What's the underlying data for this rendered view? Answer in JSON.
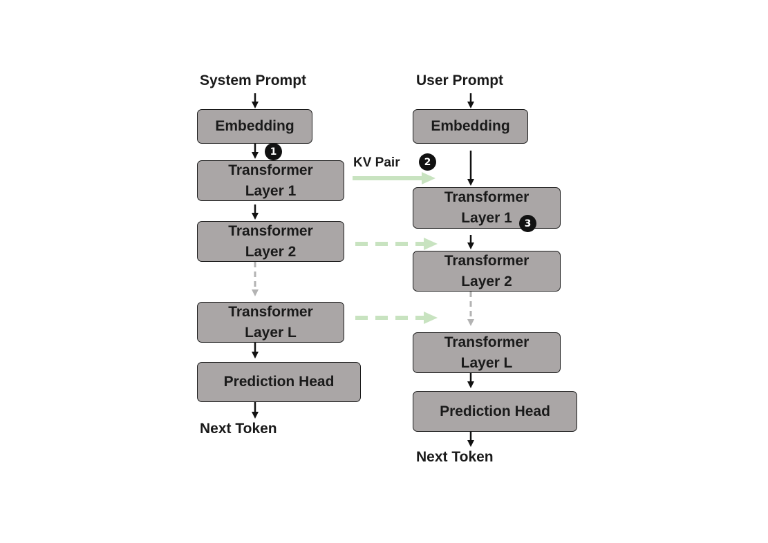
{
  "left_column": {
    "input_label": "System Prompt",
    "embedding": "Embedding",
    "layer1": {
      "title": "Transformer",
      "sub": "Layer 1"
    },
    "layer2": {
      "title": "Transformer",
      "sub": "Layer 2"
    },
    "layerL": {
      "title": "Transformer",
      "sub": "Layer L"
    },
    "head": "Prediction Head",
    "output_label": "Next Token"
  },
  "right_column": {
    "input_label": "User Prompt",
    "embedding": "Embedding",
    "layer1": {
      "title": "Transformer",
      "sub": "Layer 1"
    },
    "layer2": {
      "title": "Transformer",
      "sub": "Layer 2"
    },
    "layerL": {
      "title": "Transformer",
      "sub": "Layer L"
    },
    "head": "Prediction Head",
    "output_label": "Next Token"
  },
  "kv_label": "KV Pair",
  "badges": {
    "one": "1",
    "two": "2",
    "three": "3"
  },
  "colors": {
    "box_fill": "#aaa6a6",
    "kv_arrow": "#c8e3c0",
    "skip_arrow": "#b3b3b3",
    "badge": "#111111"
  }
}
